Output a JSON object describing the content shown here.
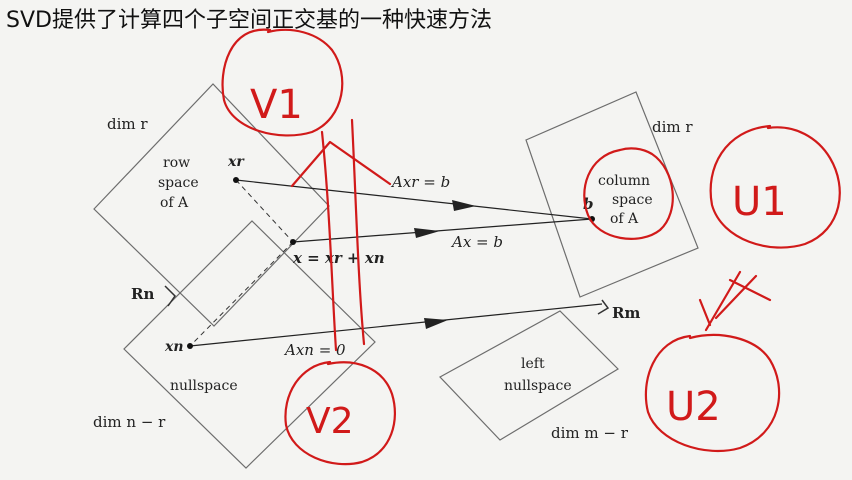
{
  "title": "SVD提供了计算四个子空间正交基的一种快速方法",
  "labels": {
    "dim_r_left": "dim r",
    "row_space_1": "row",
    "row_space_2": "space",
    "row_space_3": "of A",
    "xr": "xr",
    "x_eq": "x = xr + xn",
    "Rn": "Rn",
    "xn": "xn",
    "nullspace": "nullspace",
    "dim_n_r": "dim n − r",
    "Axr_b": "Axr = b",
    "Ax_b": "Ax = b",
    "Axn_0": "Axn = 0",
    "dim_r_right": "dim r",
    "col_space_1": "column",
    "col_space_2": "space",
    "col_space_3": "of A",
    "b": "b",
    "Rm": "Rm",
    "left_null_1": "left",
    "left_null_2": "nullspace",
    "dim_m_r": "dim m − r"
  },
  "annotations": {
    "v1": "V1",
    "v2": "V2",
    "u1": "U1",
    "u2": "U2"
  },
  "colors": {
    "ink": "#d11a1a",
    "line": "#6d6d6d"
  }
}
